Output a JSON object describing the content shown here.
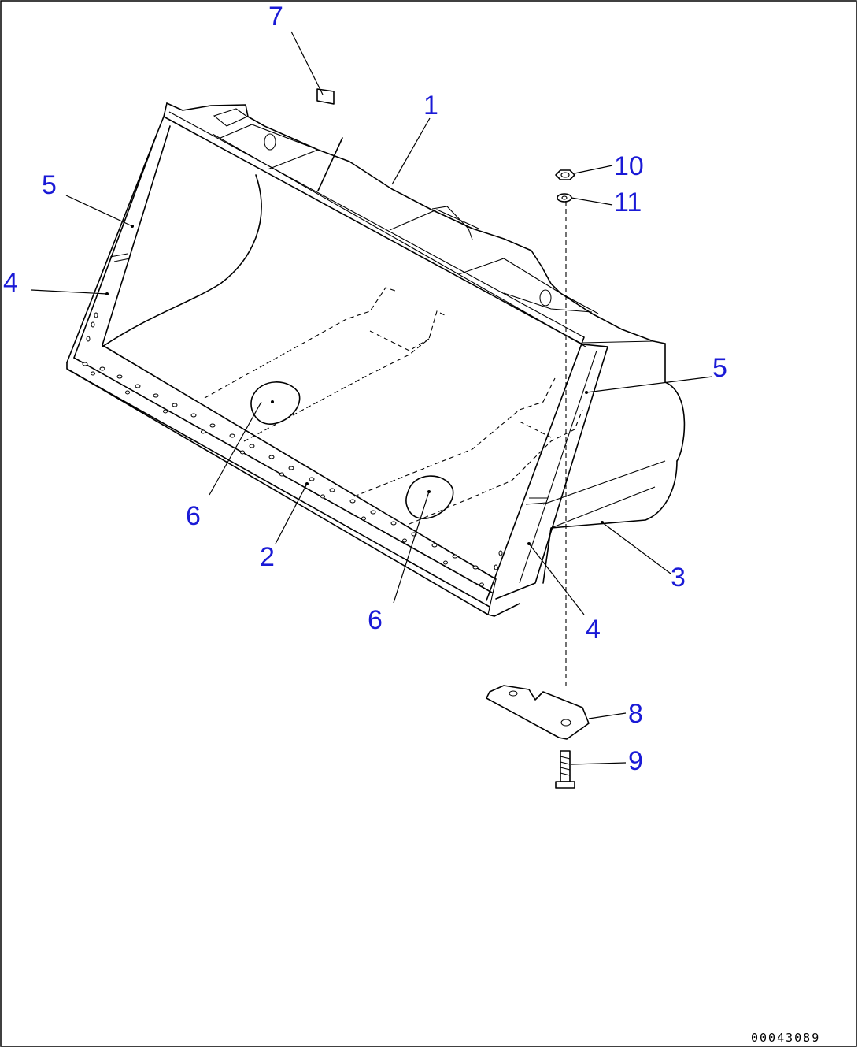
{
  "callouts": {
    "c1": "1",
    "c2": "2",
    "c3": "3",
    "c4a": "4",
    "c4b": "4",
    "c5a": "5",
    "c5b": "5",
    "c6a": "6",
    "c6b": "6",
    "c7": "7",
    "c8": "8",
    "c9": "9",
    "c10": "10",
    "c11": "11"
  },
  "drawing_code": "00043089"
}
